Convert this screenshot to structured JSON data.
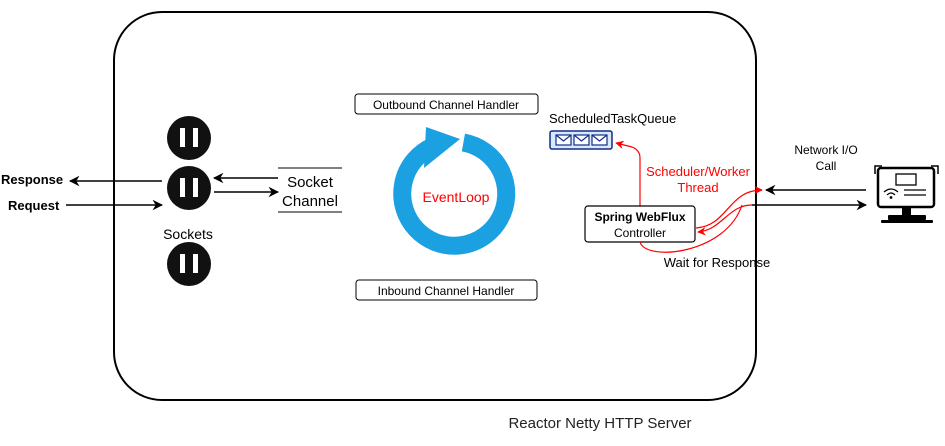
{
  "server_label": "Reactor Netty HTTP Server",
  "response_label": "Response",
  "request_label": "Request",
  "sockets_label": "Sockets",
  "socket_channel_line1": "Socket",
  "socket_channel_line2": "Channel",
  "outbound_handler": "Outbound Channel Handler",
  "inbound_handler": "Inbound Channel Handler",
  "event_loop": "EventLoop",
  "scheduled_queue": "ScheduledTaskQueue",
  "scheduler_line1": "Scheduler/Worker",
  "scheduler_line2": "Thread",
  "controller_title": "Spring WebFlux",
  "controller_sub": "Controller",
  "wait_label": "Wait for Response",
  "network_line1": "Network I/O",
  "network_line2": "Call",
  "colors": {
    "event_loop": "#1ba1e2",
    "accent_red": "#ff0000",
    "queue_border": "#0f2d8a",
    "queue_fill": "#dae8fc",
    "socket": "#111111"
  }
}
